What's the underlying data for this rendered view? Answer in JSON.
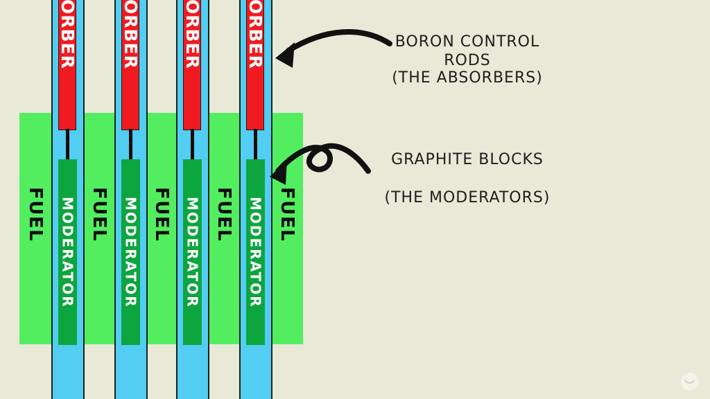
{
  "colors": {
    "background": "#e9e9d7",
    "fuel_green": "#53ee60",
    "moderator_green": "#0da53e",
    "channel_blue": "#53cdf1",
    "absorber_red": "#ef1b20",
    "ink_black": "#111111"
  },
  "diagram": {
    "fuel_labels": [
      "FUEL",
      "FUEL",
      "FUEL",
      "FUEL",
      "FUEL"
    ],
    "channels": [
      {
        "absorber": "ORBER",
        "moderator": "MODERATOR"
      },
      {
        "absorber": "ORBER",
        "moderator": "MODERATOR"
      },
      {
        "absorber": "ORBER",
        "moderator": "MODERATOR"
      },
      {
        "absorber": "ORBER",
        "moderator": "MODERATOR"
      }
    ]
  },
  "annotations": {
    "control_rods_line1": "BORON CONTROL RODS",
    "control_rods_line2": "(THE ABSORBERS)",
    "graphite_line1": "GRAPHITE BLOCKS",
    "graphite_line2": "(THE MODERATORS)"
  }
}
